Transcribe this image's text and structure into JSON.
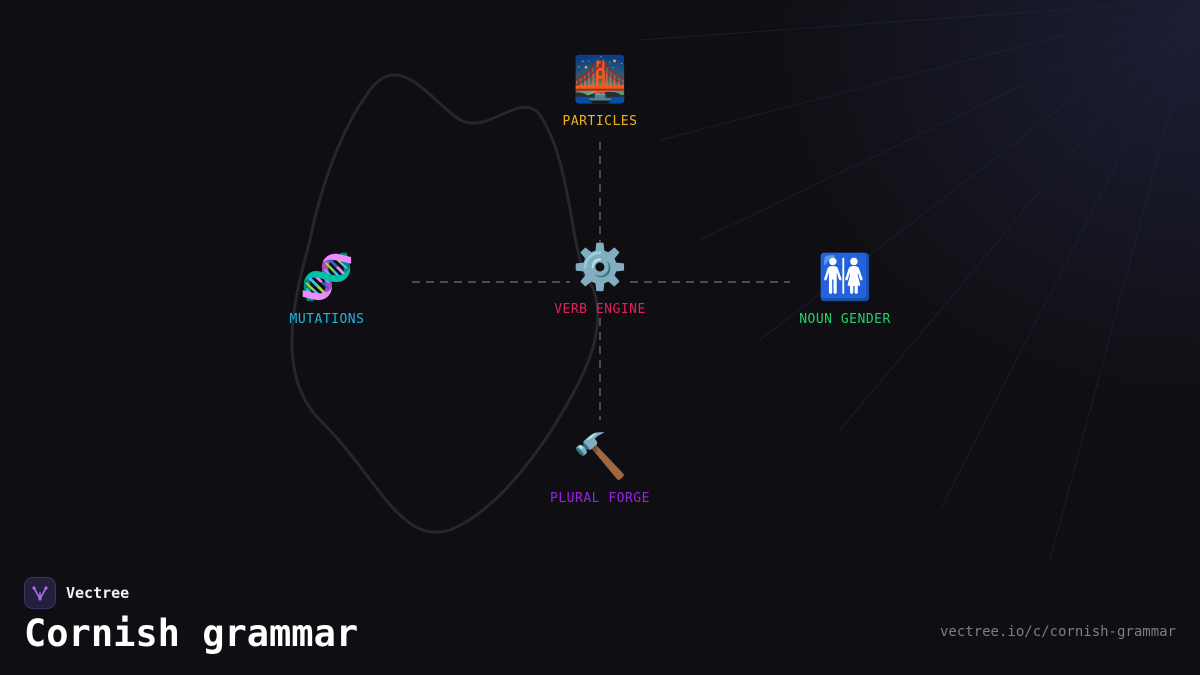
{
  "brand": {
    "name": "Vectree",
    "logo_icon": "vectree-logo-icon",
    "logo_color": "#b06cf0"
  },
  "page": {
    "title": "Cornish grammar",
    "url": "vectree.io/c/cornish-grammar"
  },
  "diagram": {
    "center": {
      "id": "verb-engine",
      "label": "VERB ENGINE",
      "icon": "gear-icon",
      "glyph": "⚙️",
      "color": "#e0215a"
    },
    "nodes": [
      {
        "id": "particles",
        "label": "PARTICLES",
        "icon": "bridge-at-night-icon",
        "glyph": "🌉",
        "color": "#f2b21b"
      },
      {
        "id": "mutations",
        "label": "MUTATIONS",
        "icon": "dna-icon",
        "glyph": "🧬",
        "color": "#1fb6e0"
      },
      {
        "id": "noun-gender",
        "label": "NOUN GENDER",
        "icon": "restroom-icon",
        "glyph": "🚻",
        "color": "#22d36a"
      },
      {
        "id": "plural-forge",
        "label": "PLURAL FORGE",
        "icon": "hammer-icon",
        "glyph": "🔨",
        "color": "#9a22e0"
      }
    ],
    "edge_color": "#4a4a52",
    "outline_color": "#26262b"
  }
}
